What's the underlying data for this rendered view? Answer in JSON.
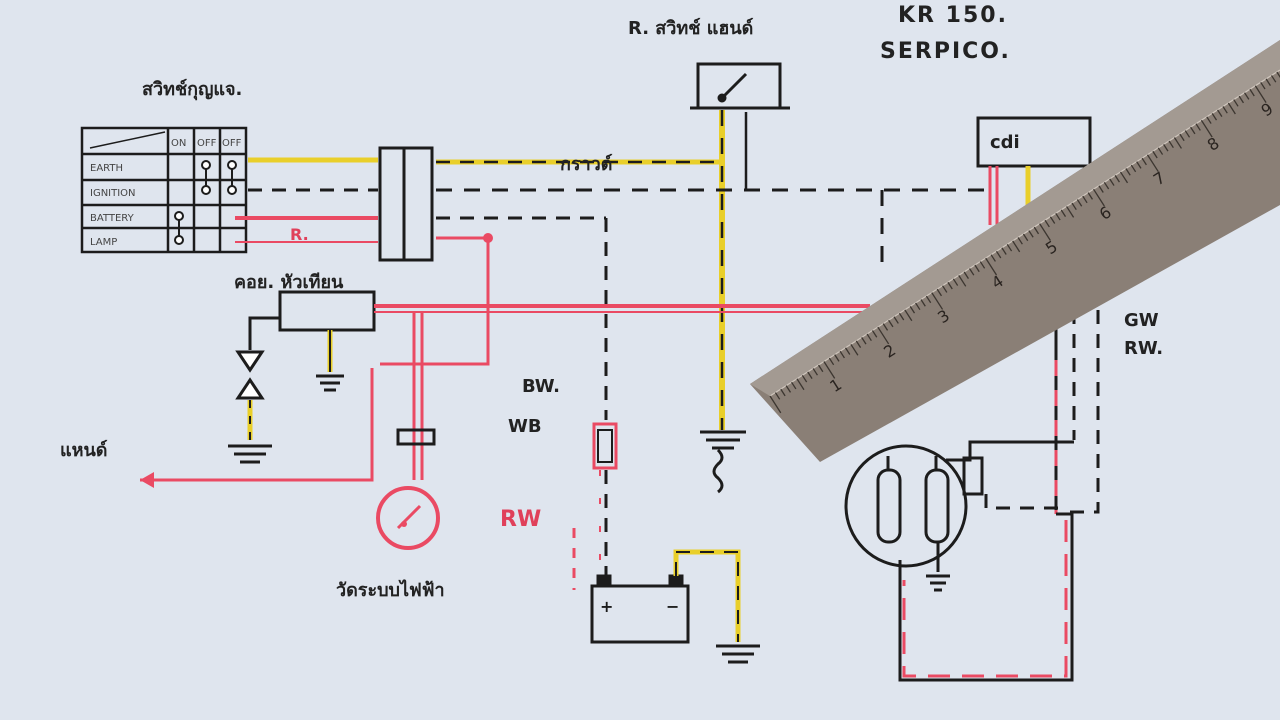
{
  "title": {
    "model": "KR 150.",
    "name": "SERPICO."
  },
  "labels": {
    "ignition_switch": "สวิทช์กุญแจ.",
    "relay_switch": "R. สวิทช์ แฮนด์",
    "cdi": "cdi",
    "coil": "คอย. หัวเทียน",
    "earth_wire": "กราวด์",
    "rw_small": "R.",
    "bw": "BW.",
    "wb": "WB",
    "rw_red": "RW",
    "gw": "GW",
    "rw2": "RW.",
    "to_lamp": "แหนด์",
    "meter": "วัดระบบไฟฟ้า"
  },
  "switch_table": {
    "headers": [
      "ON",
      "OFF",
      "OFF"
    ],
    "rows": [
      "EARTH",
      "IGNITION",
      "BATTERY",
      "LAMP"
    ]
  },
  "ruler": {
    "numbers": [
      "1",
      "2",
      "3",
      "4",
      "5",
      "6",
      "7",
      "8",
      "9"
    ]
  },
  "battery": {
    "plus": "+",
    "minus": "−"
  },
  "colors": {
    "paper": "#dfe5ee",
    "ink": "#1c1c1c",
    "red": "#ea4a63",
    "yellow": "#e9cf2a",
    "ruler": "#8a7f76"
  }
}
